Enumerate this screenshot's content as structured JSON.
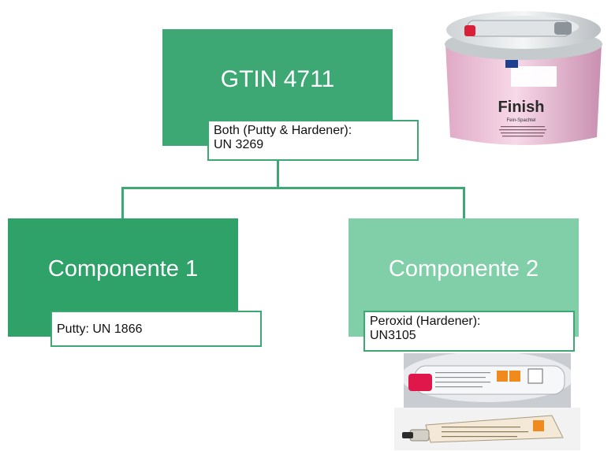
{
  "root": {
    "title": "GTIN 4711",
    "label_line1": "Both (Putty & Hardener):",
    "label_line2": "UN 3269"
  },
  "component1": {
    "title": "Componente 1",
    "label_line1": "Putty: UN 1866"
  },
  "component2": {
    "title": "Componente 2",
    "label_line1": "Peroxid (Hardener):",
    "label_line2": "UN3105"
  },
  "product_image": {
    "brand": "Finish",
    "subtitle": "Fein-Spachtel"
  },
  "colors": {
    "root_box": "#3da874",
    "component1_box": "#2ea268",
    "component2_box": "#80cfa9",
    "connector": "#3da874"
  }
}
